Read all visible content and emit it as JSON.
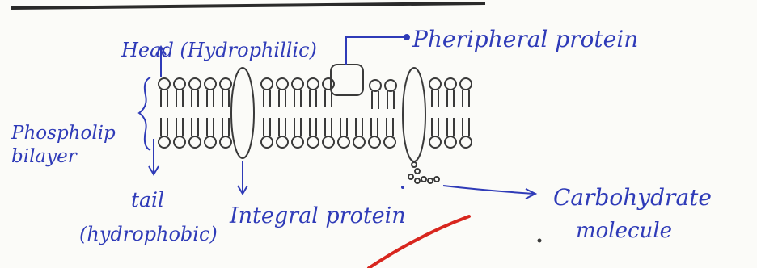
{
  "labels": {
    "head": "Head (Hydrophillic)",
    "peripheral": "Pheripheral protein",
    "bilayer_line1": "Phospholip",
    "bilayer_line2": "bilayer",
    "tail": "tail",
    "tail_sub": "(hydrophobic)",
    "integral": "Integral protein",
    "carbohydrate_line1": "Carbohydrate",
    "carbohydrate_line2": "molecule"
  },
  "colors": {
    "ink": "#2f3bb8",
    "pencil": "#3a3a3a",
    "red_mark": "#d8261e",
    "paper": "#fbfbf8"
  }
}
